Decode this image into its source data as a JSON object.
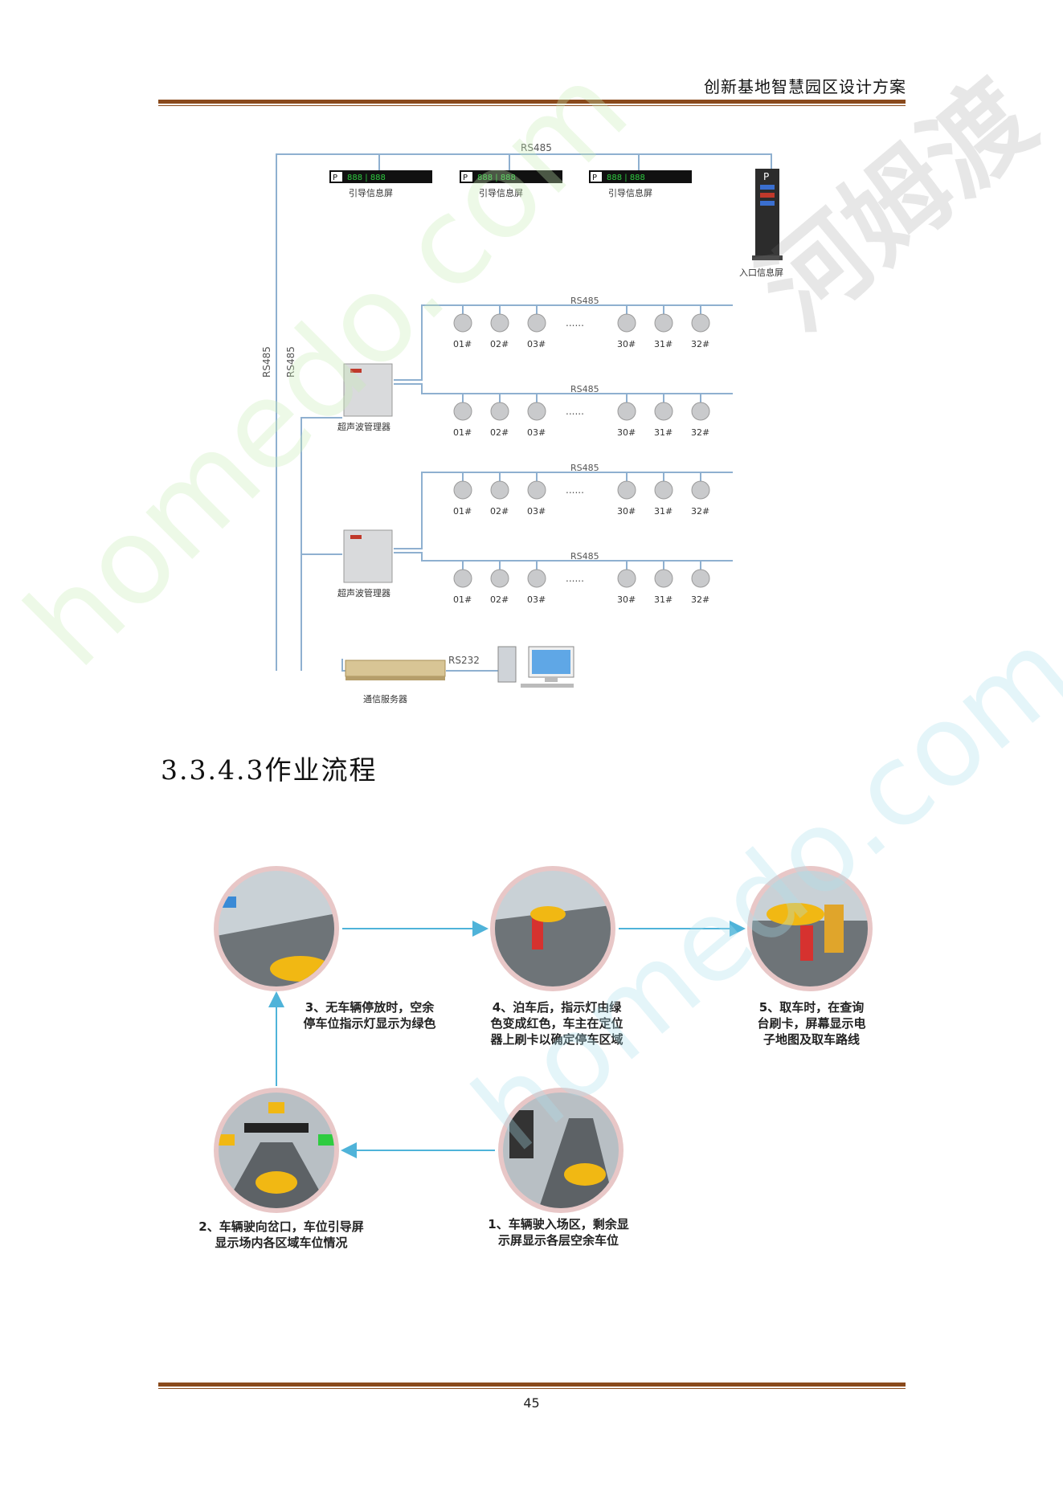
{
  "header": {
    "title": "创新基地智慧园区设计方案"
  },
  "page_number": "45",
  "diagram": {
    "bus_labels": {
      "top": "RS485",
      "left_outer": "RS485",
      "left_inner": "RS485",
      "rs232": "RS232"
    },
    "guide_screens": [
      "引导信息屏",
      "引导信息屏",
      "引导信息屏"
    ],
    "guide_screen_display": "888 | 888",
    "entrance_screen": {
      "label": "入口信息屏",
      "sign": "P"
    },
    "groups": [
      {
        "manager_label": "超声波管理器",
        "rows": [
          {
            "bus": "RS485",
            "sensors": [
              "01#",
              "02#",
              "03#",
              "30#",
              "31#",
              "32#"
            ],
            "ellipsis": "......"
          },
          {
            "bus": "RS485",
            "sensors": [
              "01#",
              "02#",
              "03#",
              "30#",
              "31#",
              "32#"
            ],
            "ellipsis": "......"
          }
        ]
      },
      {
        "manager_label": "超声波管理器",
        "rows": [
          {
            "bus": "RS485",
            "sensors": [
              "01#",
              "02#",
              "03#",
              "30#",
              "31#",
              "32#"
            ],
            "ellipsis": "......"
          },
          {
            "bus": "RS485",
            "sensors": [
              "01#",
              "02#",
              "03#",
              "30#",
              "31#",
              "32#"
            ],
            "ellipsis": "......"
          }
        ]
      }
    ],
    "server_label": "通信服务器"
  },
  "section": {
    "heading": "3.3.4.3作业流程"
  },
  "flow": {
    "steps": [
      {
        "id": "step1",
        "text": "1、车辆驶入场区，剩余显\n示屏显示各层空余车位"
      },
      {
        "id": "step2",
        "text": "2、车辆驶向岔口，车位引导屏\n显示场内各区域车位情况"
      },
      {
        "id": "step3",
        "text": "3、无车辆停放时，空余\n停车位指示灯显示为绿色"
      },
      {
        "id": "step4",
        "text": "4、泊车后，指示灯由绿\n色变成红色，车主在定位\n器上刷卡以确定停车区域"
      },
      {
        "id": "step5",
        "text": "5、取车时，在查询\n台刷卡，屏幕显示电\n子地图及取车路线"
      }
    ]
  },
  "watermarks": [
    "homedo.com",
    "河姆渡"
  ],
  "colors": {
    "rule": "#8a4a1c",
    "bus_line": "#8fb0d0",
    "arrow": "#4fb3d9",
    "guide_green": "#2ecc40"
  }
}
